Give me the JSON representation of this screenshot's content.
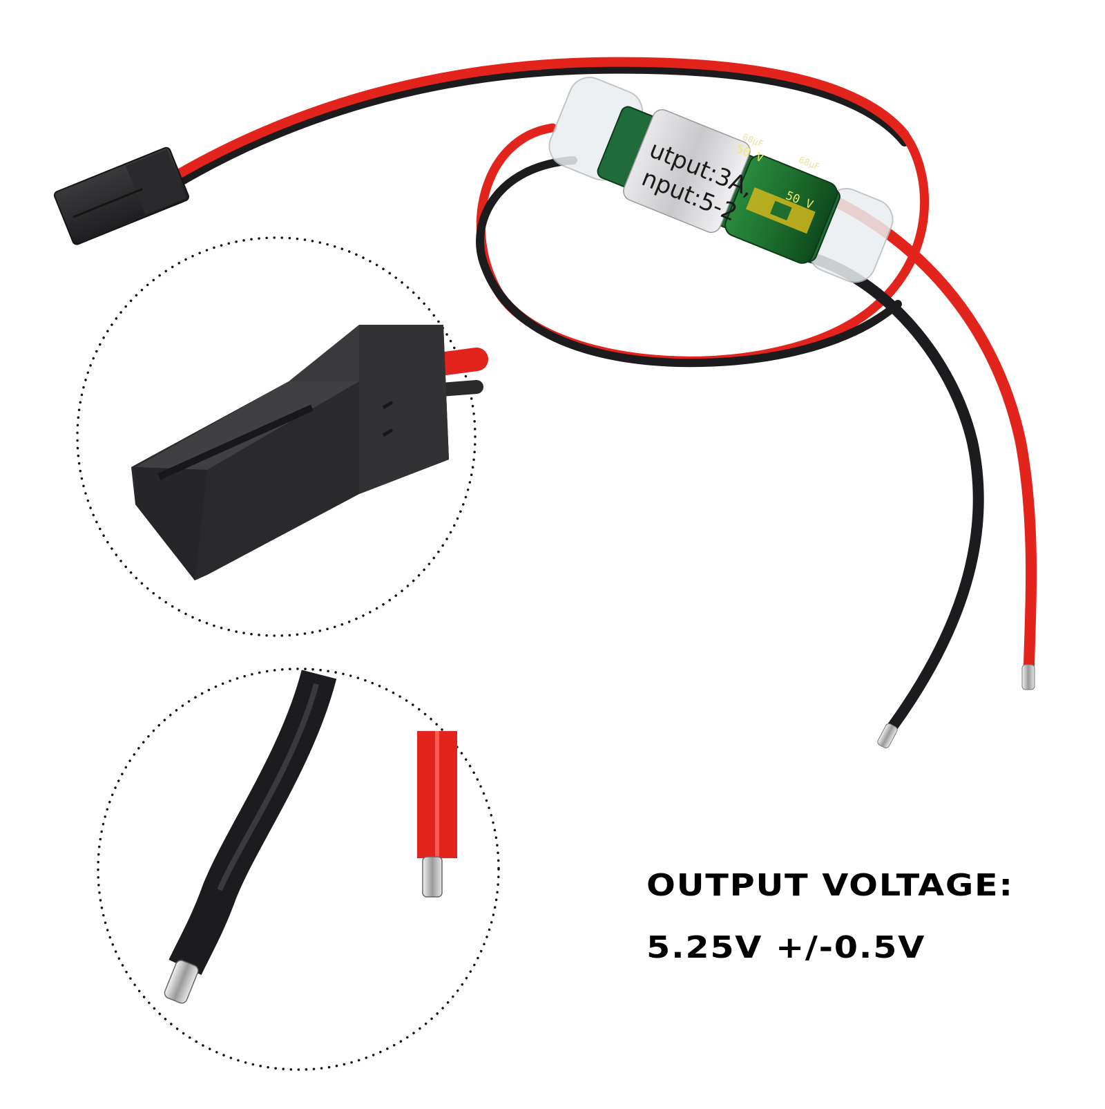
{
  "spec": {
    "title": "OUTPUT VOLTAGE:",
    "value": "5.25V +/-0.5V"
  },
  "module_label": {
    "line1": "nput:5-2",
    "line2": "utput:3A,"
  },
  "capacitor": {
    "rating_1": "50 V",
    "rating_2": "50 V",
    "capacitance_1": "68µF",
    "capacitance_2": "68µF"
  },
  "colors": {
    "red_wire": "#e3241c",
    "black_wire": "#1c1c1e",
    "connector": "#2c2c2e",
    "pcb": "#1f6b3a",
    "capacitor": "#1d6e2e",
    "capacitor_stripe": "#c8b21e",
    "dotted_circle": "#111111"
  }
}
